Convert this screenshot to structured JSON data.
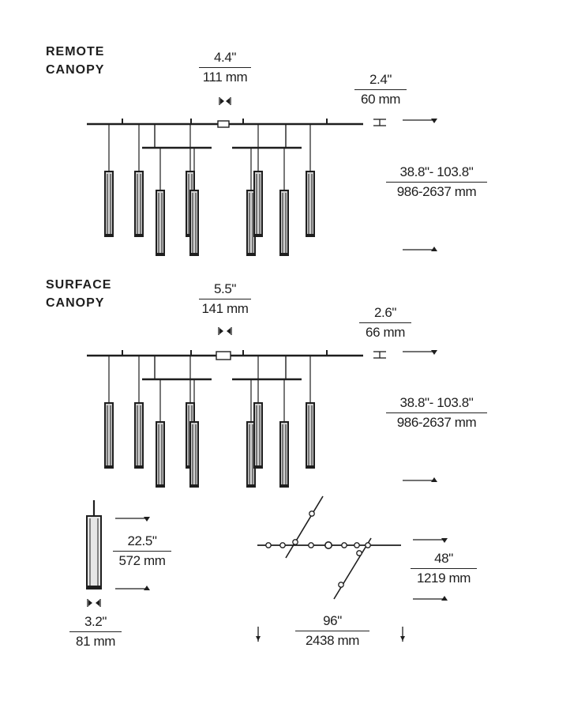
{
  "remote": {
    "title_line1": "REMOTE",
    "title_line2": "CANOPY",
    "canopy_in": "4.4\"",
    "canopy_mm": "111 mm",
    "height_in": "2.4\"",
    "height_mm": "60 mm",
    "drop_in": "38.8\"- 103.8\"",
    "drop_mm": "986-2637 mm"
  },
  "surface": {
    "title_line1": "SURFACE",
    "title_line2": "CANOPY",
    "canopy_in": "5.5\"",
    "canopy_mm": "141 mm",
    "height_in": "2.6\"",
    "height_mm": "66 mm",
    "drop_in": "38.8\"- 103.8\"",
    "drop_mm": "986-2637 mm"
  },
  "pendant": {
    "length_in": "22.5\"",
    "length_mm": "572 mm",
    "width_in": "3.2\"",
    "width_mm": "81 mm"
  },
  "plan": {
    "depth_in": "48\"",
    "depth_mm": "1219 mm",
    "width_in": "96\"",
    "width_mm": "2438 mm"
  },
  "colors": {
    "line": "#1e1e1e",
    "fill": "#cfcfcf"
  }
}
